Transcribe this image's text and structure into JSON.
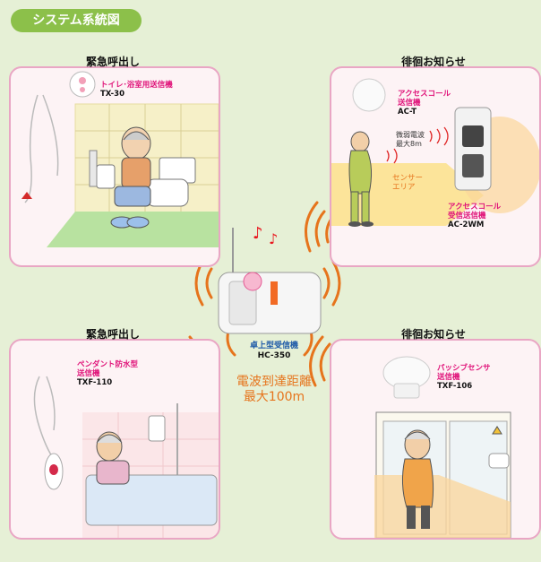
{
  "header": {
    "title": "システム系統図"
  },
  "panels": {
    "top_left": {
      "title": "緊急呼出し",
      "device_name": "トイレ･浴室用送信機",
      "device_model": "TX-30"
    },
    "top_right": {
      "title": "徘徊お知らせ",
      "device1_name_line1": "アクセスコール",
      "device1_name_line2": "送信機",
      "device1_model": "AC-T",
      "radio_note_line1": "微弱電波",
      "radio_note_line2": "最大8m",
      "sensor_area_line1": "センサー",
      "sensor_area_line2": "エリア",
      "device2_name_line1": "アクセスコール",
      "device2_name_line2": "受信送信機",
      "device2_model": "AC-2WM"
    },
    "bottom_left": {
      "title": "緊急呼出し",
      "device_name_line1": "ペンダント防水型",
      "device_name_line2": "送信機",
      "device_model": "TXF-110"
    },
    "bottom_right": {
      "title": "徘徊お知らせ",
      "device_name_line1": "パッシブセンサ",
      "device_name_line2": "送信機",
      "device_model": "TXF-106"
    }
  },
  "center": {
    "receiver_name": "卓上型受信機",
    "receiver_model": "HC-350",
    "range_line1": "電波到達距離",
    "range_line2": "最大100m"
  },
  "colors": {
    "background": "#e6f0d6",
    "badge": "#8cc04a",
    "panel_border": "#e9a6c4",
    "label_pink": "#e0147a",
    "wave_orange": "#e6741c",
    "center_label_blue": "#1e5aa8",
    "music_note_red": "#e8141c"
  }
}
